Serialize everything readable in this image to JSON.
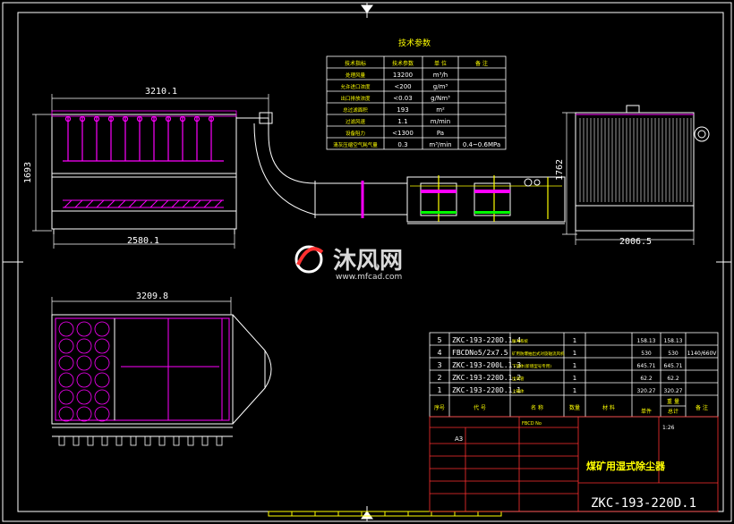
{
  "colors": {
    "background": "#000000",
    "line_white": "#ffffff",
    "magenta": "#ff00ff",
    "yellow": "#ffff00",
    "green": "#00ff00",
    "red": "#ff3030",
    "blue": "#3050ff",
    "cyan": "#00ffff"
  },
  "tech_table": {
    "title": "技术参数",
    "headers": [
      "技术指标",
      "技术参数",
      "单 位",
      "备 注"
    ],
    "rows": [
      [
        "处理风量",
        "13200",
        "m³/h",
        ""
      ],
      [
        "允许进口浓度",
        "<200",
        "g/m³",
        ""
      ],
      [
        "出口排放浓度",
        "<0.03",
        "g/Nm³",
        ""
      ],
      [
        "总过滤面积",
        "193",
        "m²",
        ""
      ],
      [
        "过滤风速",
        "1.1",
        "m/min",
        ""
      ],
      [
        "设备阻力",
        "<1300",
        "Pa",
        ""
      ],
      [
        "清灰压缩空气耗气量",
        "0.3",
        "m³/min",
        "0.4~0.6MPa"
      ]
    ]
  },
  "dimensions": {
    "front_top": "3210.1",
    "front_height": "1693",
    "front_bottom": "2580.1",
    "side_height": "1762",
    "side_bottom": "2006.5",
    "plan_top": "3209.8"
  },
  "watermark": {
    "brand": "沐风网",
    "url": "www.mfcad.com"
  },
  "bom": {
    "rows": [
      {
        "no": "5",
        "code": "ZKC-193-220D.1.4",
        "name": "脉冲系统",
        "qty": "1",
        "w1": "158.13",
        "w2": "158.13",
        "note": ""
      },
      {
        "no": "4",
        "code": "FBCDNo5/2x7.5",
        "name": "矿用防爆抽出式对旋轴流风机",
        "qty": "1",
        "w1": "530",
        "w2": "530",
        "note": "1140/660V"
      },
      {
        "no": "3",
        "code": "ZKC-193-200L.1.3",
        "name": "下放体(新增型号专用)",
        "qty": "1",
        "w1": "645.71",
        "w2": "645.71",
        "note": ""
      },
      {
        "no": "2",
        "code": "ZKC-193-220D.1.2",
        "name": "出风管",
        "qty": "1",
        "w1": "62.2",
        "w2": "62.2",
        "note": ""
      },
      {
        "no": "1",
        "code": "ZKC-193-220D.1.1",
        "name": "上箱体",
        "qty": "1",
        "w1": "320.27",
        "w2": "320.27",
        "note": ""
      }
    ],
    "headers": {
      "no": "序号",
      "code": "代 号",
      "name": "名 称",
      "qty": "数量",
      "material": "材 料",
      "single": "单件",
      "total": "总计",
      "weight": "重 量",
      "note": "备 注"
    }
  },
  "title_block": {
    "size": "A3",
    "scale": "1:26",
    "tag": "FBCD No",
    "name": "煤矿用湿式除尘器",
    "drawing_no": "ZKC-193-220D.1"
  }
}
